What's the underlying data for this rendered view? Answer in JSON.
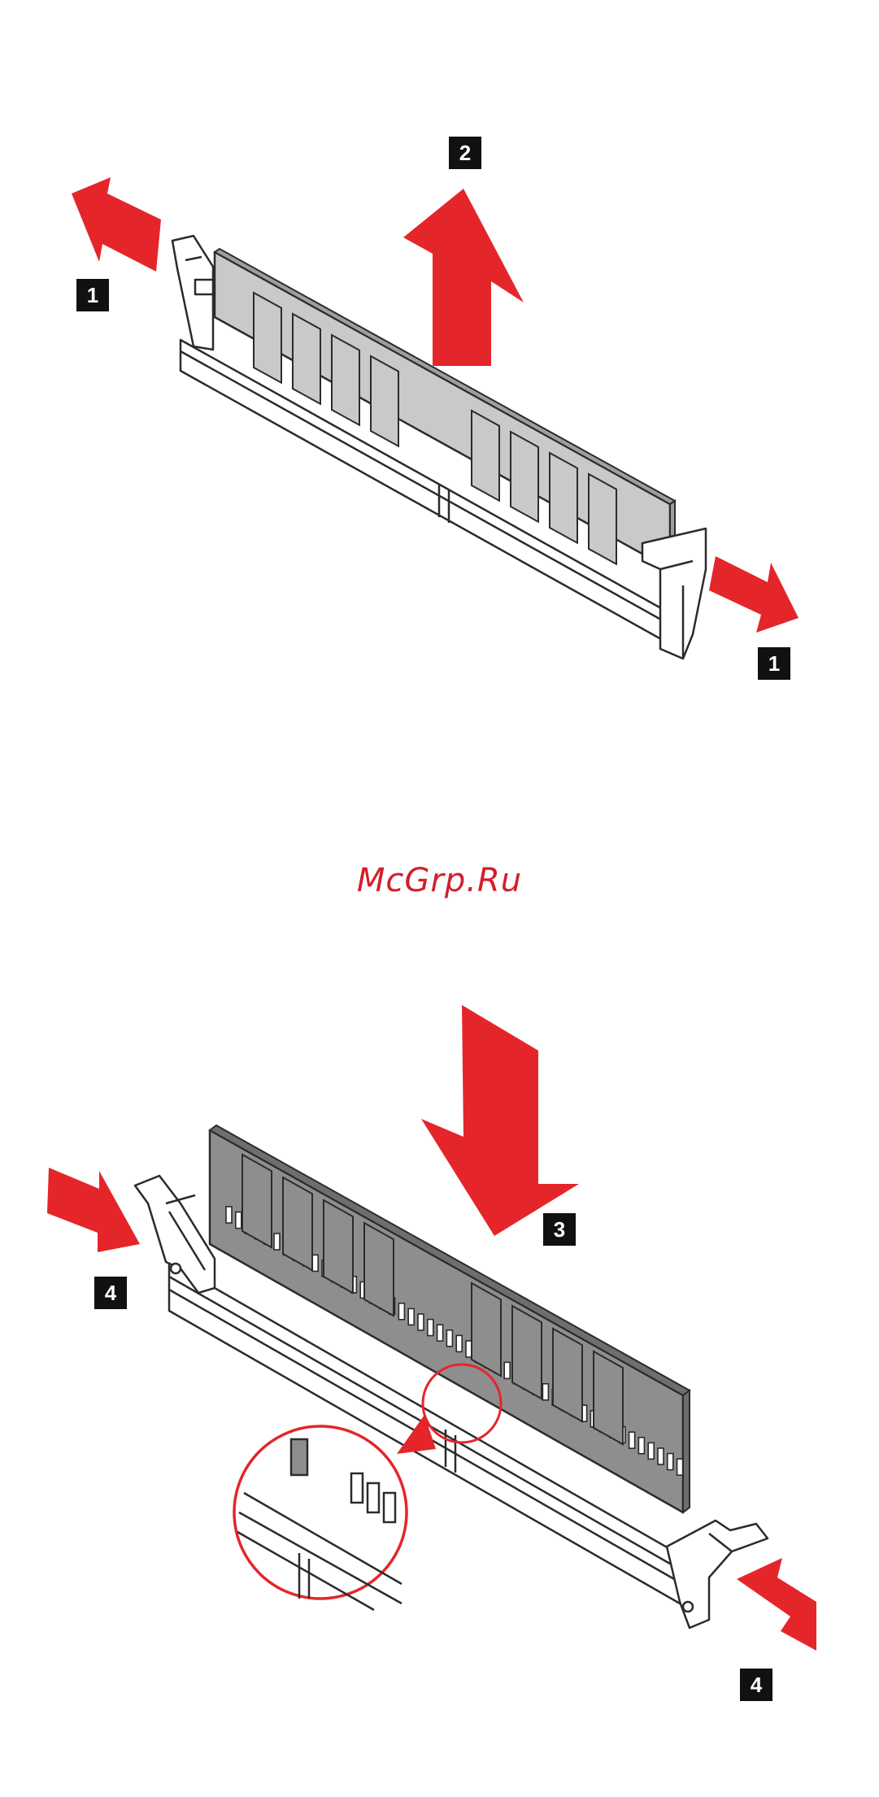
{
  "colors": {
    "arrow": "#e4262b",
    "outline": "#2b2b2b",
    "module_fill_light": "#c9c9c9",
    "module_fill_dark": "#8e8e8e",
    "badge_bg": "#111111",
    "badge_text": "#ffffff",
    "watermark": "#d21f2b"
  },
  "removal": {
    "step_open_latch": "1",
    "step_lift_module": "2"
  },
  "installation": {
    "step_press_module": "3",
    "step_close_latch": "4"
  },
  "watermark": {
    "text": "McGrp.Ru"
  },
  "icons": {
    "arrow": "red-arrow-icon",
    "memory_module": "dimm-module-icon",
    "magnifier": "notch-detail-callout-icon"
  }
}
